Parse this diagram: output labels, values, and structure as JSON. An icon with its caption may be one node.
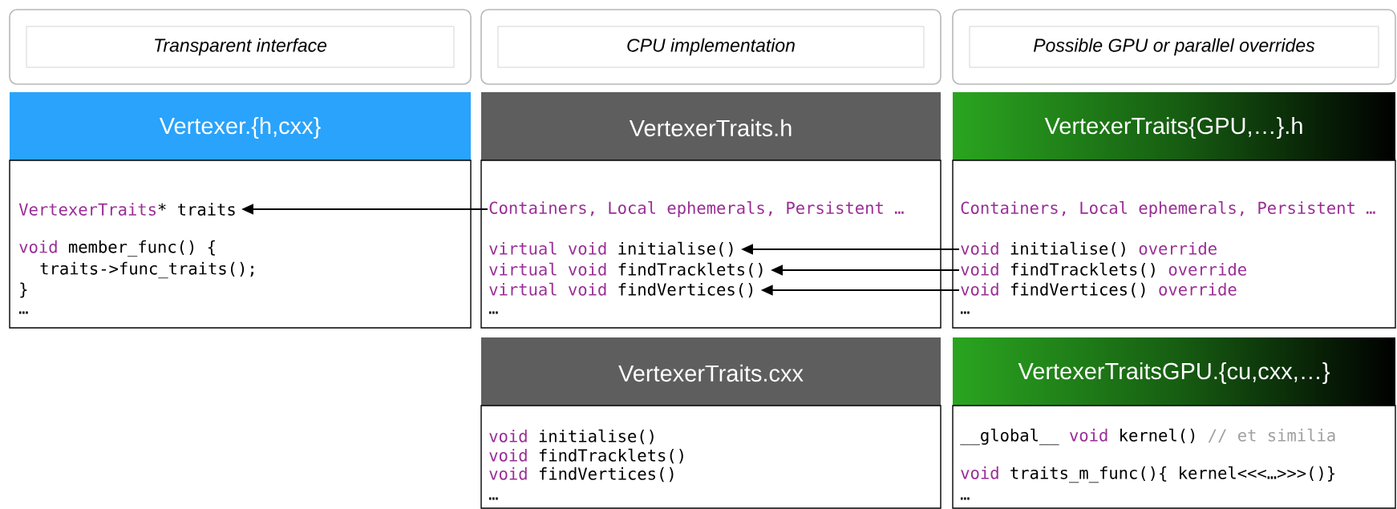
{
  "diagram": {
    "nodes": [
      {
        "text": [
          "Transparent interface"
        ]
      },
      {
        "text": [
          "CPU implementation"
        ]
      },
      {
        "text": [
          "Possible GPU or parallel overrides"
        ]
      },
      {
        "text": [
          "Vertexer.{h,cxx}"
        ]
      },
      {
        "text": [
          "VertexerTraits",
          "* traits"
        ],
        "in": 3
      },
      {
        "text": [
          "void",
          "member_func() {"
        ],
        "in": 3
      },
      {
        "text": [
          "traits->func_traits();"
        ],
        "in": 3
      },
      {
        "text": [
          "}"
        ],
        "in": 3
      },
      {
        "text": [
          "…"
        ],
        "in": 3
      },
      {
        "text": [
          "VertexerTraits.h"
        ]
      },
      {
        "text": [
          "Containers, Local ephemerals, Persistent …"
        ],
        "in": 9
      },
      {
        "text": [
          "virtual void",
          "initialise()"
        ],
        "in": 9
      },
      {
        "text": [
          "virtual void",
          "findTracklets()"
        ],
        "in": 9
      },
      {
        "text": [
          "virtual void",
          "findVertices()"
        ],
        "in": 9
      },
      {
        "text": [
          "…"
        ],
        "in": 9
      },
      {
        "text": [
          "VertexerTraits{GPU,…}.h"
        ]
      },
      {
        "text": [
          "Containers, Local ephemerals, Persistent …"
        ],
        "in": 15
      },
      {
        "text": [
          "void",
          "initialise()",
          "override"
        ],
        "in": 15
      },
      {
        "text": [
          "void",
          "findTracklets()",
          "override"
        ],
        "in": 15
      },
      {
        "text": [
          "void",
          "findVertices()",
          "override"
        ],
        "in": 15
      },
      {
        "text": [
          "…"
        ],
        "in": 15
      },
      {
        "text": [
          "VertexerTraits.cxx"
        ]
      },
      {
        "text": [
          "void",
          "initialise()"
        ],
        "in": 21
      },
      {
        "text": [
          "void",
          "findTracklets()"
        ],
        "in": 21
      },
      {
        "text": [
          "void",
          "findVertices()"
        ],
        "in": 21
      },
      {
        "text": [
          "…"
        ],
        "in": 21
      },
      {
        "text": [
          "VertexerTraitsGPU.{cu,cxx,…}"
        ]
      },
      {
        "text": [
          "__global__",
          "void",
          "kernel()",
          "// et similia"
        ],
        "in": 26
      },
      {
        "text": [
          "void",
          "traits_m_func(){ kernel<<<…>>>()}"
        ],
        "in": 26
      },
      {
        "text": [
          "…"
        ],
        "in": 26
      }
    ],
    "edges": [
      {
        "from": 10,
        "to": 4,
        "arrow": "to"
      },
      {
        "from": 17,
        "to": 11,
        "arrow": "to"
      },
      {
        "from": 18,
        "to": 12,
        "arrow": "to"
      },
      {
        "from": 19,
        "to": 13,
        "arrow": "to"
      }
    ]
  }
}
